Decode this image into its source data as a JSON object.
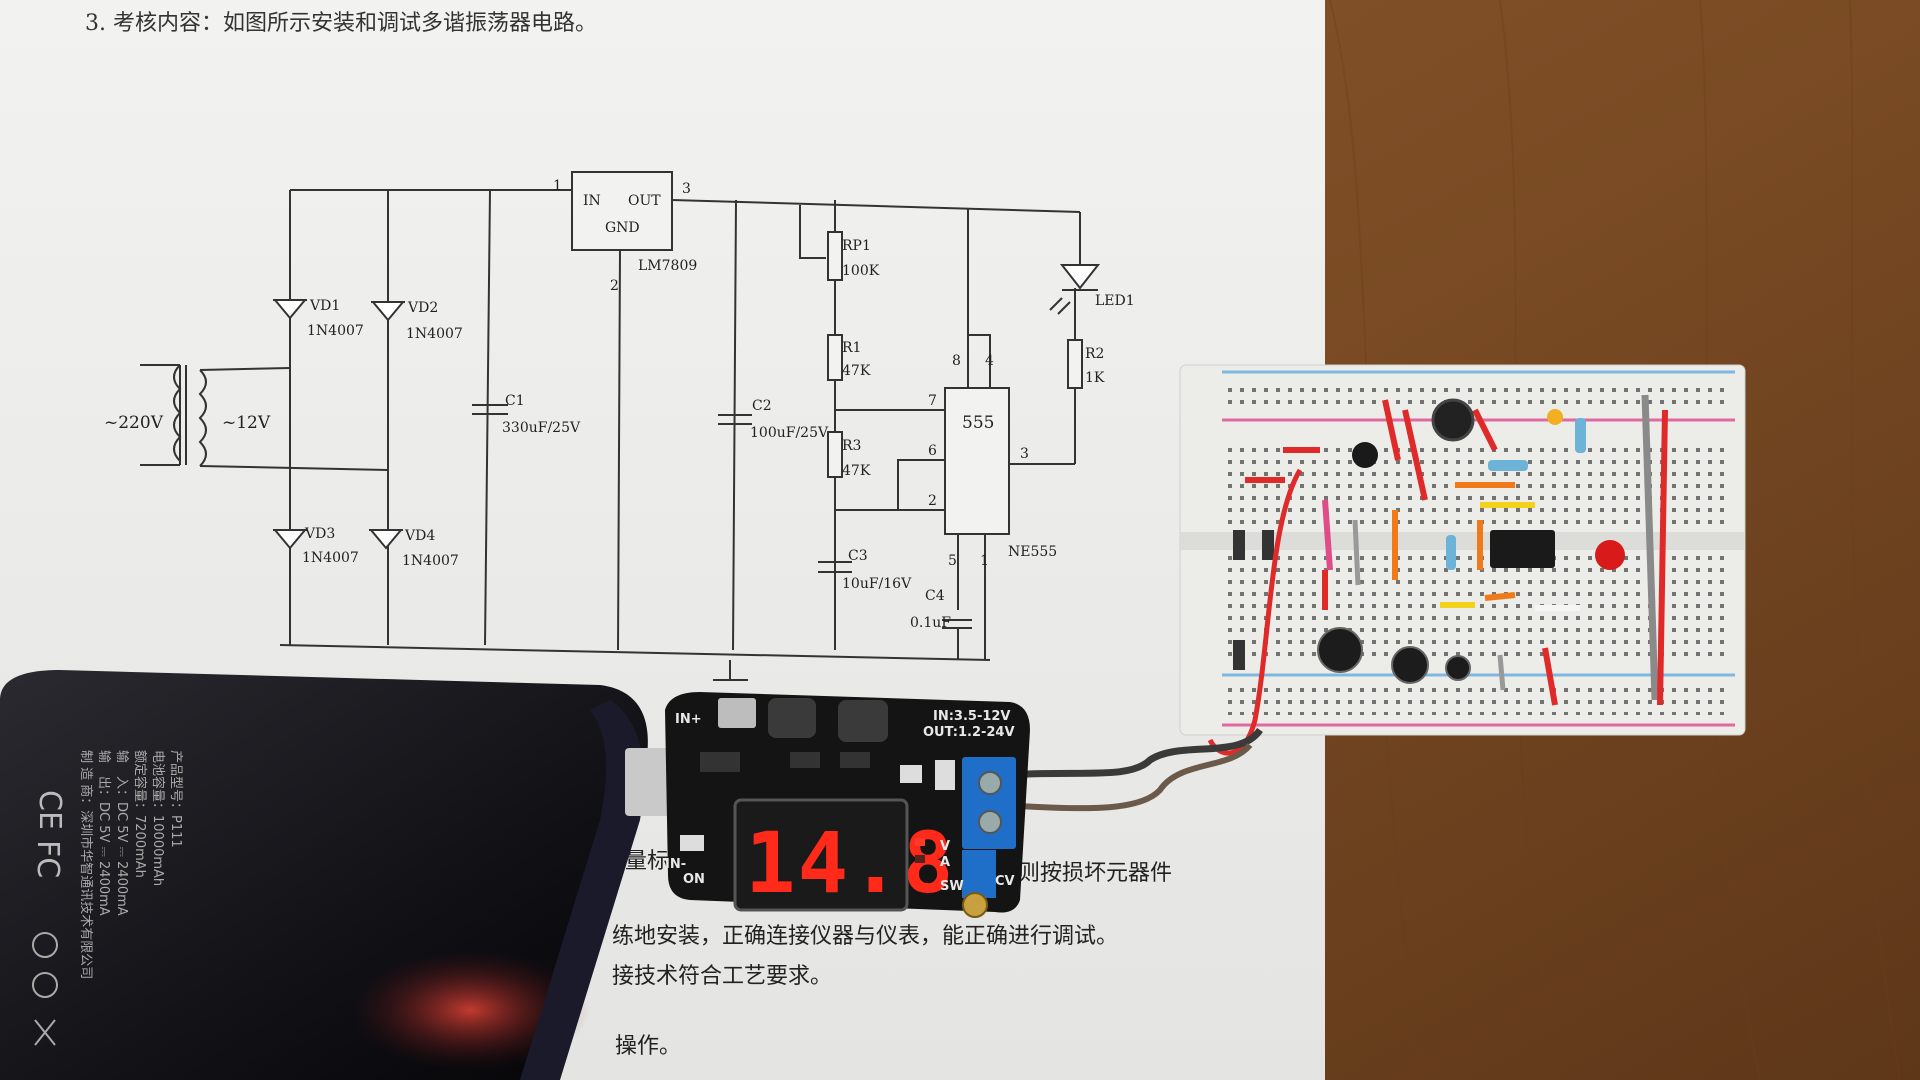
{
  "document": {
    "heading": "3. 考核内容：如图所示安装和调试多谐振荡器电路。",
    "body_lines": [
      "量标",
      "则按损坏元器件",
      "练地安装，正确连接仪器与仪表，能正确进行调试。",
      "接技术符合工艺要求。",
      "操作。"
    ]
  },
  "schematic": {
    "transformer_primary": "~220V",
    "transformer_secondary": "~12V",
    "diodes": [
      {
        "ref": "VD1",
        "part": "1N4007"
      },
      {
        "ref": "VD2",
        "part": "1N4007"
      },
      {
        "ref": "VD3",
        "part": "1N4007"
      },
      {
        "ref": "VD4",
        "part": "1N4007"
      }
    ],
    "capacitors": [
      {
        "ref": "C1",
        "value": "330uF/25V"
      },
      {
        "ref": "C2",
        "value": "100uF/25V"
      },
      {
        "ref": "C3",
        "value": "10uF/16V"
      },
      {
        "ref": "C4",
        "value": "0.1uF"
      }
    ],
    "regulator": {
      "in": "IN",
      "out": "OUT",
      "gnd": "GND",
      "part": "LM7809",
      "pins": [
        "1",
        "2",
        "3"
      ]
    },
    "resistors": [
      {
        "ref": "RP1",
        "value": "100K"
      },
      {
        "ref": "R1",
        "value": "47K"
      },
      {
        "ref": "R3",
        "value": "47K"
      },
      {
        "ref": "R2",
        "value": "1K"
      }
    ],
    "led": "LED1",
    "ic": {
      "name": "555",
      "part": "NE555",
      "pins": [
        "8",
        "4",
        "7",
        "6",
        "2",
        "3",
        "5",
        "1"
      ]
    }
  },
  "converter_board": {
    "in_plus": "IN+",
    "in_minus": "IN-",
    "spec_line1": "IN:3.5-12V",
    "spec_line2": "OUT:1.2-24V",
    "display_value": "14.8",
    "mode_v": "V",
    "mode_a": "A",
    "on_label": "ON",
    "sw_label": "SW",
    "cv_label": "CV",
    "display_color": "#ff2a1a"
  },
  "power_bank": {
    "label_lines": [
      "产品型号：P111",
      "电池容量：10000mAh",
      "额定容量：7200mAh",
      "输　入：DC 5V ⎓ 2400mA",
      "输　出：DC 5V ⎓ 2400mA",
      "制 造 商：深圳市华智通讯技术有限公司"
    ],
    "marks": [
      "CE",
      "FC"
    ]
  }
}
